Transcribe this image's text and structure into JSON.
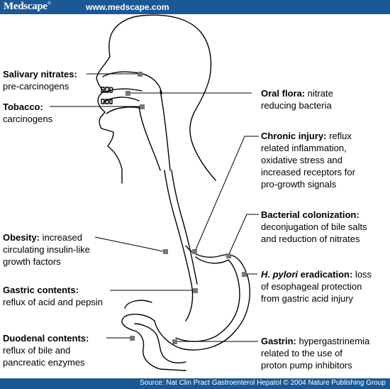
{
  "header": {
    "logo_text": "Medscape",
    "logo_mark": "®",
    "url": "www.medscape.com",
    "bar_color": "#1a5896"
  },
  "labels": {
    "salivary_title": "Salivary nitrates:",
    "salivary_desc": "pre-carcinogens",
    "tobacco_title": "Tobacco:",
    "tobacco_desc": "carcinogens",
    "oral_title": "Oral flora:",
    "oral_desc_1": " nitrate",
    "oral_desc_2": "reducing bacteria",
    "chronic_title": "Chronic injury:",
    "chronic_desc_1": " reflux",
    "chronic_desc_2": "related  inflammation,",
    "chronic_desc_3": "oxidative stress and",
    "chronic_desc_4": "increased receptors for",
    "chronic_desc_5": "pro-growth signals",
    "bacterial_title": "Bacterial colonization:",
    "bacterial_desc_1": "deconjugation of bile salts",
    "bacterial_desc_2": "and reduction of nitrates",
    "obesity_title": "Obesity:",
    "obesity_desc_1": " increased",
    "obesity_desc_2": "circulating insulin-like",
    "obesity_desc_3": "growth factors",
    "hpylori_title": "H. pylori",
    "hpylori_title_2": " eradication:",
    "hpylori_desc_1": " loss",
    "hpylori_desc_2": "of  esophageal protection",
    "hpylori_desc_3": "from gastric acid injury",
    "gastric_title": "Gastric contents:",
    "gastric_desc": "reflux of acid and pepsin",
    "duodenal_title": "Duodenal contents:",
    "duodenal_desc_1": "reflux of bile and",
    "duodenal_desc_2": "pancreatic enzymes",
    "gastrin_title": "Gastrin:",
    "gastrin_desc_1": " hypergastrinemia",
    "gastrin_desc_2": "related to the use of",
    "gastrin_desc_3": "proton pump inhibitors"
  },
  "footer": {
    "source": "Source: Nat Clin Pract Gastroenterol Hepatol © 2004 Nature Publishing Group"
  },
  "colors": {
    "line": "#000000",
    "marker": "#777777"
  }
}
